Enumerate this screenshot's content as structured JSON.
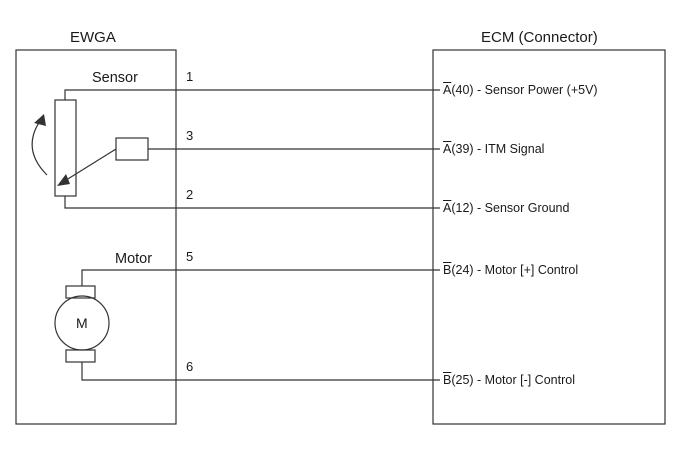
{
  "left_box": {
    "title": "EWGA"
  },
  "right_box": {
    "title": "ECM (Connector)"
  },
  "components": {
    "sensor_label": "Sensor",
    "motor_label": "Motor",
    "motor_symbol": "M"
  },
  "wires": [
    {
      "pin": "1",
      "connector": "A",
      "terminal": "(40) - Sensor Power (+5V)"
    },
    {
      "pin": "3",
      "connector": "A",
      "terminal": "(39) - ITM Signal"
    },
    {
      "pin": "2",
      "connector": "A",
      "terminal": "(12) - Sensor Ground"
    },
    {
      "pin": "5",
      "connector": "B",
      "terminal": "(24) - Motor [+] Control"
    },
    {
      "pin": "6",
      "connector": "B",
      "terminal": "(25) - Motor [-] Control"
    }
  ],
  "colors": {
    "line": "#333333",
    "text": "#1a1a1a"
  }
}
